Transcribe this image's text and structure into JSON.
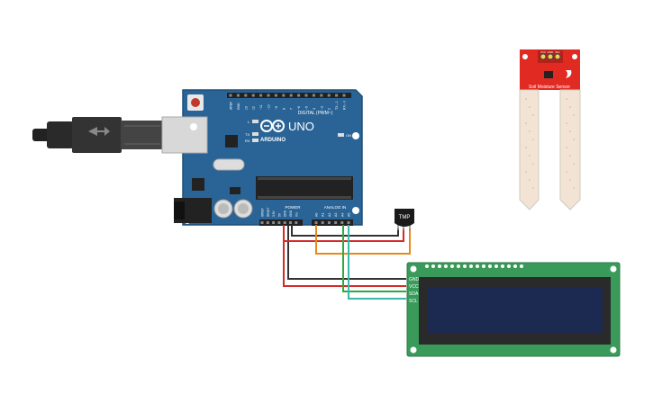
{
  "arduino": {
    "brand": "ARDUINO",
    "model": "UNO",
    "digital_label": "DIGITAL (PWM~)",
    "power_label": "POWER",
    "analog_label": "ANALOG IN",
    "led_l": "L",
    "led_tx": "TX",
    "led_rx": "RX",
    "led_on": "ON",
    "power_pins": [
      "IOREF",
      "RESET",
      "3.3V",
      "5V",
      "GND",
      "GND",
      "Vin"
    ],
    "analog_pins": [
      "A0",
      "A1",
      "A2",
      "A3",
      "A4",
      "A5"
    ],
    "digital_pins_top": [
      "AREF",
      "GND",
      "13",
      "12",
      "~11",
      "~10",
      "~9",
      "8",
      "7",
      "~6",
      "~5",
      "4",
      "~3",
      "2",
      "TX→1",
      "RX←0"
    ],
    "board_color": "#2a6496"
  },
  "sensor_tmp": {
    "label": "TMP"
  },
  "soil_sensor": {
    "label": "Soil Moisture Sensor",
    "pins": [
      "VCC",
      "GND",
      "SIG"
    ],
    "board_color": "#e02a22"
  },
  "lcd": {
    "pins": [
      "GND",
      "VCC",
      "SDA",
      "SCL"
    ],
    "board_color": "#3a9a5a",
    "screen_color": "#1c2a52"
  },
  "wire_colors": {
    "red": "#d42a2a",
    "black": "#333333",
    "orange": "#e88a1a",
    "green": "#2eaa3a",
    "teal": "#3ab8a8"
  }
}
